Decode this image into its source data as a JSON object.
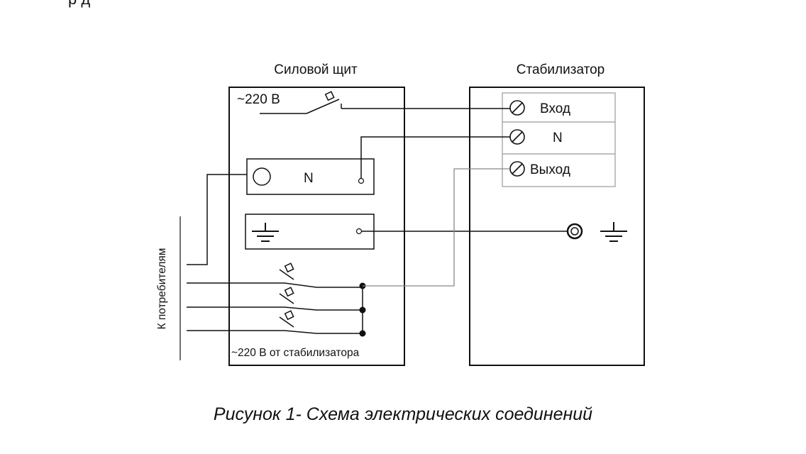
{
  "top_fragment": "р           д",
  "panel": {
    "title": "Силовой щит",
    "voltage_label": "~220 В",
    "neutral_label": "N",
    "stabilizer_feed_label": "~220 В от стабилизатора"
  },
  "stabilizer": {
    "title": "Стабилизатор",
    "terminals": [
      "Вход",
      "N",
      "Выход"
    ]
  },
  "consumers_label": "К потребителям",
  "caption": "Рисунок 1- Схема электрических соединений"
}
